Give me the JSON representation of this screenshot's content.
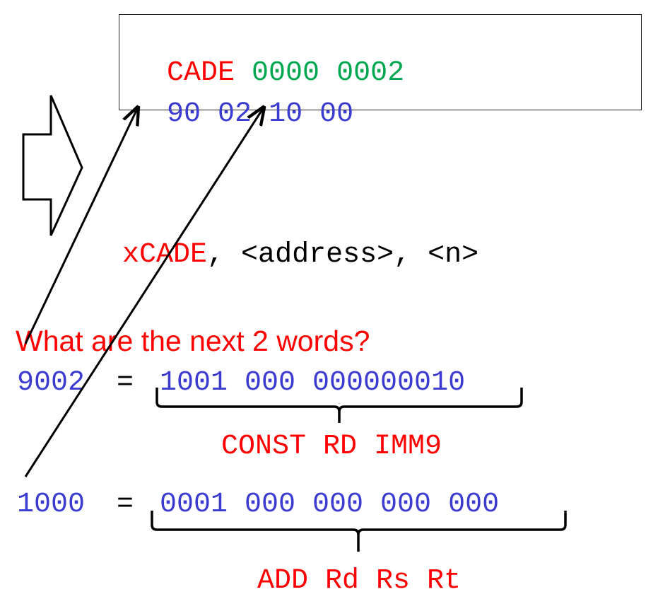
{
  "colors": {
    "red": "#ff0000",
    "green": "#00a651",
    "blue": "#3b3bd0",
    "black": "#000000"
  },
  "hex_box": {
    "line1": {
      "magic": "CADE",
      "word2": "0000",
      "word3": "0002"
    },
    "line2": {
      "b1": "90",
      "b2": "02",
      "b3": "10",
      "b4": "00"
    }
  },
  "directive": {
    "keyword": "xCADE",
    "rest": ", <address>, <n>"
  },
  "question": "What are the next 2 words?",
  "row1": {
    "hex": "9002",
    "eq": "=",
    "binary": "1001 000 000000010",
    "label": "CONST RD IMM9"
  },
  "row2": {
    "hex": "1000",
    "eq": "=",
    "binary": "0001 000 000 000 000",
    "label": "ADD Rd Rs Rt"
  },
  "icons": {
    "arrow": "block-right-arrow-icon",
    "pointer": "arrow-pointer-icon",
    "brace": "curly-brace-icon"
  }
}
